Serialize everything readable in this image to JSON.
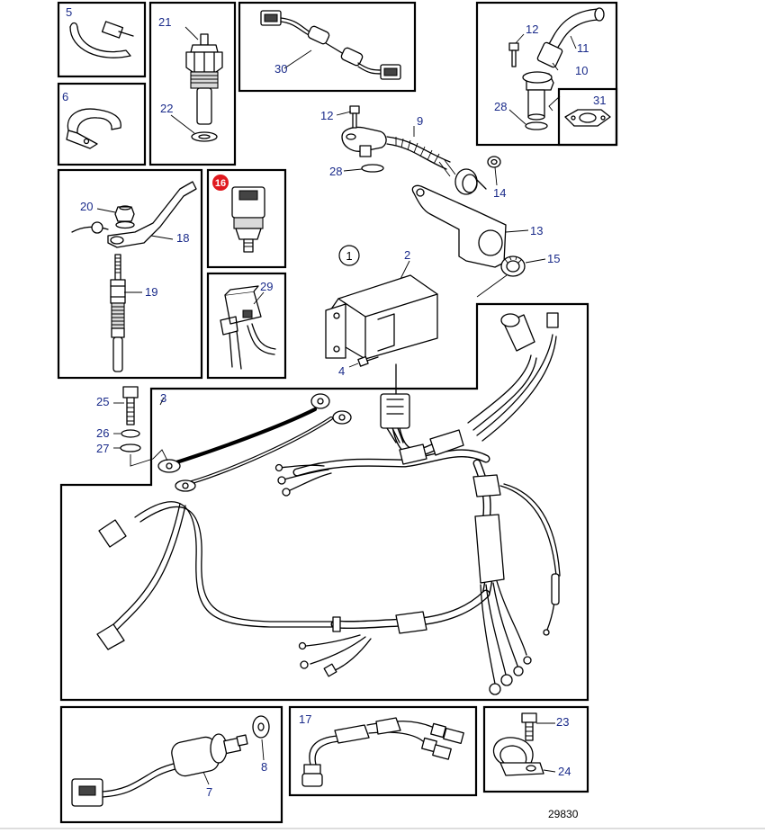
{
  "labels": {
    "p1": "1",
    "p2": "2",
    "p3": "3",
    "p4": "4",
    "p5": "5",
    "p6": "6",
    "p7": "7",
    "p8": "8",
    "p9": "9",
    "p10": "10",
    "p11": "11",
    "p12a": "12",
    "p12b": "12",
    "p13": "13",
    "p14": "14",
    "p15": "15",
    "p16": "16",
    "p17": "17",
    "p18": "18",
    "p19": "19",
    "p20": "20",
    "p21": "21",
    "p22": "22",
    "p23": "23",
    "p24": "24",
    "p25": "25",
    "p26": "26",
    "p27": "27",
    "p28a": "28",
    "p28b": "28",
    "p29": "29",
    "p30": "30",
    "p31": "31"
  },
  "reference_number": "29830",
  "colors": {
    "label": "#1a2b8a",
    "badge": "#e0191f",
    "line": "#000000"
  }
}
